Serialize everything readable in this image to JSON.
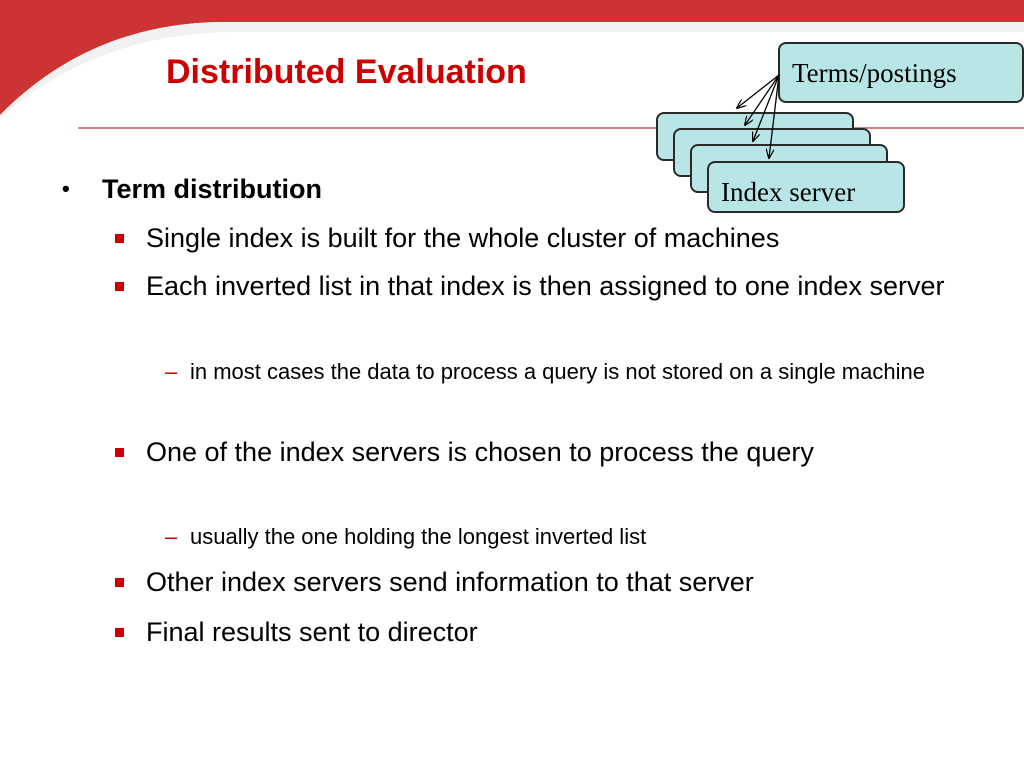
{
  "slide": {
    "title": "Distributed Evaluation",
    "accent_color": "#cc0000",
    "box_fill": "#b8e6e6"
  },
  "diagram": {
    "top_box_label": "Terms/postings",
    "stack_box_label": "Index server"
  },
  "bullets": {
    "heading": "Term distribution",
    "items": [
      "Single index is built for the whole cluster of machines",
      "Each inverted list in that index is then assigned to one index server",
      "in most cases the data to process a query is not stored on a single machine",
      "One of the index servers is chosen to process the query",
      "usually the one holding the longest inverted list",
      "Other index servers send information to that server",
      "Final results sent to director"
    ]
  },
  "markers": {
    "level1": "•",
    "level3": "–"
  }
}
